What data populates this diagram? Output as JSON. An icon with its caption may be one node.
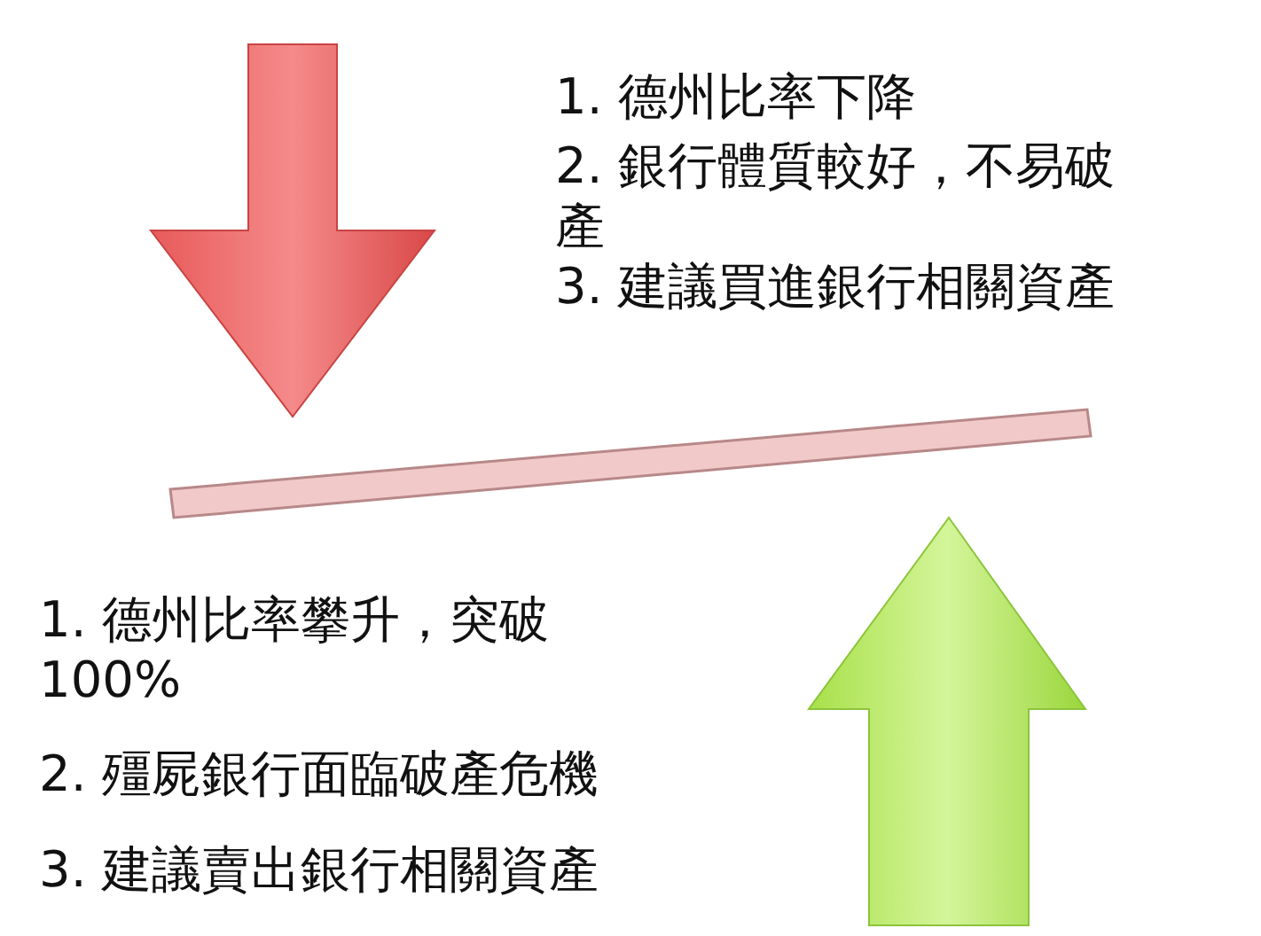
{
  "diagram": {
    "labels": [
      "1. 德州比率下降",
      "2. 銀行體質較好，不易破產",
      "3. 建議買進銀行相關資產",
      "1. 德州比率攀升，突破100%",
      "2. 殭屍銀行面臨破產危機",
      "3. 建議賣出銀行相關資產"
    ]
  }
}
